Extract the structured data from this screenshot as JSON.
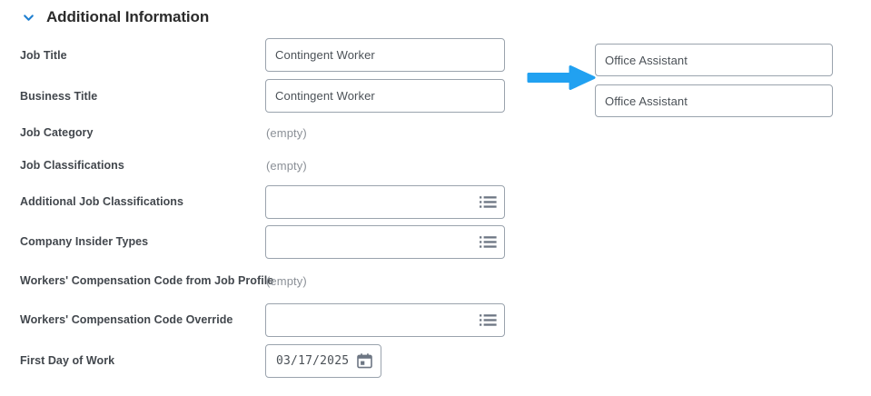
{
  "section": {
    "title": "Additional Information",
    "collapse_icon": "chevron-down-icon",
    "chevron_color": "#1f7fd0"
  },
  "annotation": {
    "arrow_icon": "right-arrow-icon",
    "arrow_color": "#21a1f1"
  },
  "fields": [
    {
      "label": "Job Title",
      "type": "text",
      "value": "Contingent Worker",
      "after_value": "Office Assistant"
    },
    {
      "label": "Business Title",
      "type": "text",
      "value": "Contingent Worker",
      "after_value": "Office Assistant"
    },
    {
      "label": "Job Category",
      "type": "readonly",
      "value": "(empty)"
    },
    {
      "label": "Job Classifications",
      "type": "readonly",
      "value": "(empty)"
    },
    {
      "label": "Additional Job Classifications",
      "type": "prompt",
      "value": "",
      "icon": "list-prompt-icon"
    },
    {
      "label": "Company Insider Types",
      "type": "prompt",
      "value": "",
      "icon": "list-prompt-icon"
    },
    {
      "label": "Workers' Compensation Code from Job Profile",
      "type": "readonly",
      "value": "(empty)"
    },
    {
      "label": "Workers' Compensation Code Override",
      "type": "prompt",
      "value": "",
      "icon": "list-prompt-icon"
    },
    {
      "label": "First Day of Work",
      "type": "date",
      "value": "03/17/2025",
      "icon": "calendar-icon"
    }
  ]
}
